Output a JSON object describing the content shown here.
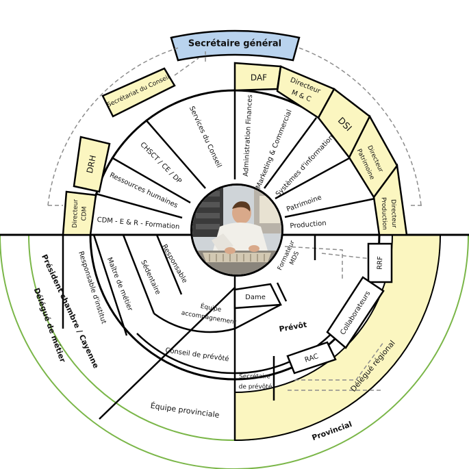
{
  "top": {
    "secretaire_general": "Secrétaire général",
    "secretariat_conseil": "Secrétariat du Conseil",
    "daf": "DAF",
    "directeur_mc": [
      "Directeur",
      "M & C"
    ],
    "dsi": "DSI",
    "directeur_patrimoine": [
      "Directeur",
      "Patrimoine"
    ],
    "directeur_production": [
      "Directeur",
      "Production"
    ],
    "drh": "DRH",
    "directeur_cdm": [
      "Directeur",
      "CDM"
    ]
  },
  "sectors": {
    "services_conseil": "Services du Conseil",
    "chsct": "CHSCT / CE / DP",
    "ressources_humaines": "Ressources humaines",
    "cdm_formation": "CDM - E & R - Formation",
    "administration_finances": "Administration Finances",
    "marketing_commercial": "Marketing & Commercial",
    "systemes_information": "Systèmes d'information",
    "patrimoine": "Patrimoine",
    "production": "Production"
  },
  "bottom_left": {
    "delegue_metier": "Délégué de métier",
    "president_chambre": "Président chambre / Cayenne",
    "responsable_institut": "Responsable d'institut",
    "maitre_metier": "Maître de métier",
    "sedentaire": "Sédentaire",
    "responsable": "Responsable",
    "equipe_accompagnement": [
      "Équipe",
      "accompagnement"
    ],
    "conseil_prevote": "Conseil de prévôté",
    "equipe_provinciale": "Équipe provinciale"
  },
  "bottom_right": {
    "formateur_mds": [
      "Formateur",
      "MDS"
    ],
    "rrf": "RRF",
    "dame": "Dame",
    "prevot": "Prévôt",
    "collaborateurs": "Collaborateurs",
    "rac": "RAC",
    "secretaire_prevote": [
      "Secrétaire",
      "de prévôté"
    ],
    "delegue_regional": "Délégué régional",
    "provincial": "Provincial"
  },
  "colors": {
    "blue_fill": "#b9d3ee",
    "yellow_fill": "#fbf6c0",
    "green_ring": "#7ab648",
    "dashed": "#8c8c8c"
  }
}
